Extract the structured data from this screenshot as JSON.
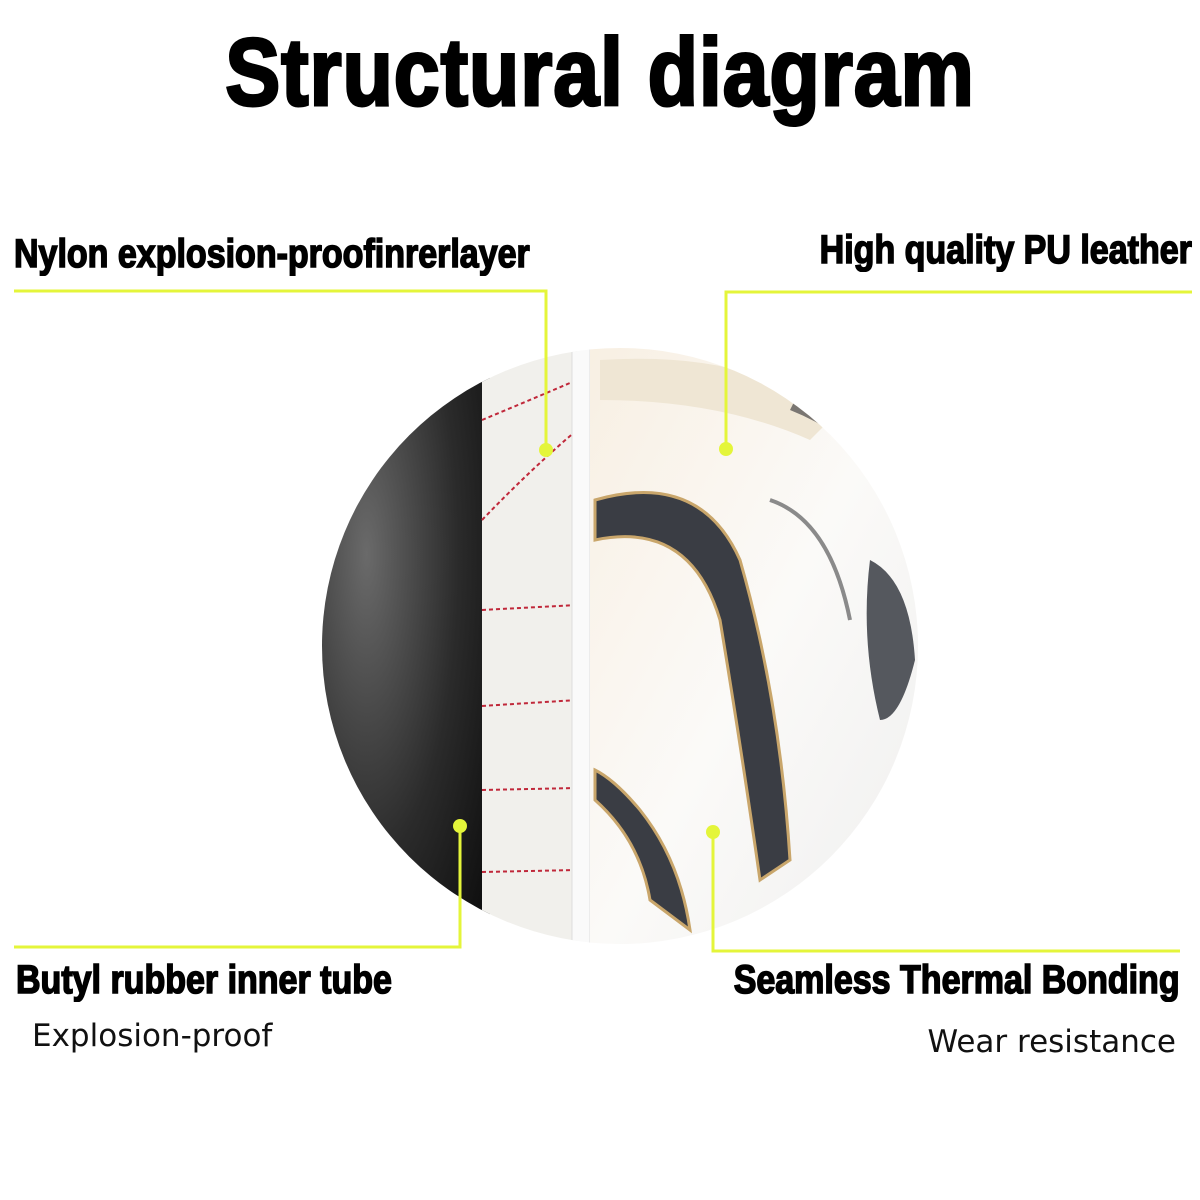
{
  "title": "Structural diagram",
  "labels": {
    "nylon": "Nylon explosion-proofinrerlayer",
    "pu": "High quality PU leather",
    "butyl": "Butyl rubber inner tube",
    "butyl_sub": "Explosion-proof",
    "seamless": "Seamless Thermal Bonding",
    "seamless_sub": "Wear resistance"
  },
  "colors": {
    "accent": "#e4f53a",
    "text": "#000000"
  }
}
